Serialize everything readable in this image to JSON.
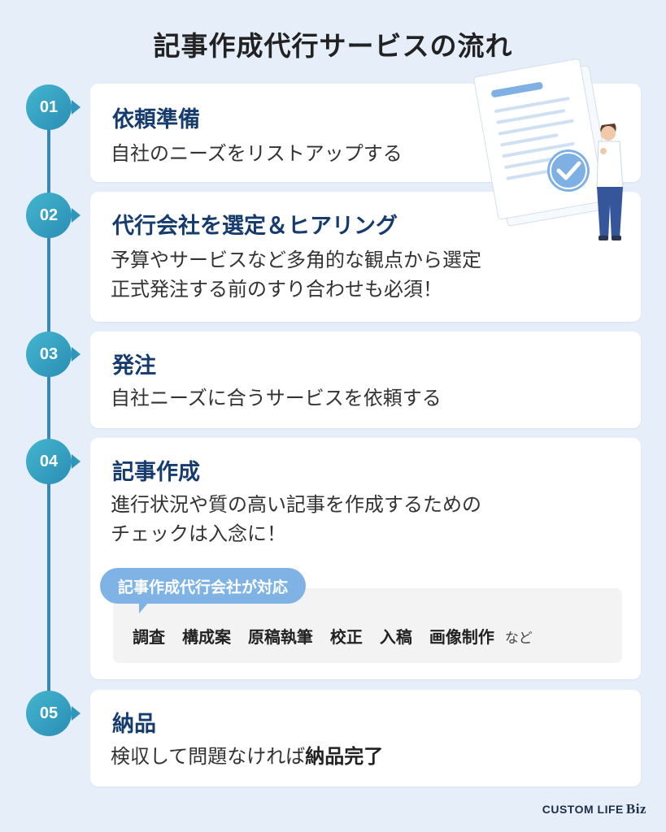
{
  "title": "記事作成代行サービスの流れ",
  "steps": [
    {
      "num": "01",
      "title": "依頼準備",
      "body": [
        "自社のニーズをリストアップする"
      ]
    },
    {
      "num": "02",
      "title": "代行会社を選定＆ヒアリング",
      "body": [
        "予算やサービスなど多角的な観点から選定",
        "正式発注する前のすり合わせも必須！"
      ]
    },
    {
      "num": "03",
      "title": "発注",
      "body": [
        "自社ニーズに合うサービスを依頼する"
      ]
    },
    {
      "num": "04",
      "title": "記事作成",
      "body": [
        "進行状況や質の高い記事を作成するための",
        "チェックは入念に！"
      ]
    },
    {
      "num": "05",
      "title": "納品",
      "body_prefix": "検収して問題なければ",
      "body_bold": "納品完了"
    }
  ],
  "bubble": "記事作成代行会社が対応",
  "tasks": [
    "調査",
    "構成案",
    "原稿執筆",
    "校正",
    "入稿",
    "画像制作"
  ],
  "tasks_suffix": "など",
  "logo": {
    "main": "CUSTOM LIFE",
    "sub": "Biz"
  },
  "colors": {
    "background": "#e6eef9",
    "accent": "#2a8db5",
    "title": "#163c6e",
    "bubble": "#7fb3e5"
  }
}
